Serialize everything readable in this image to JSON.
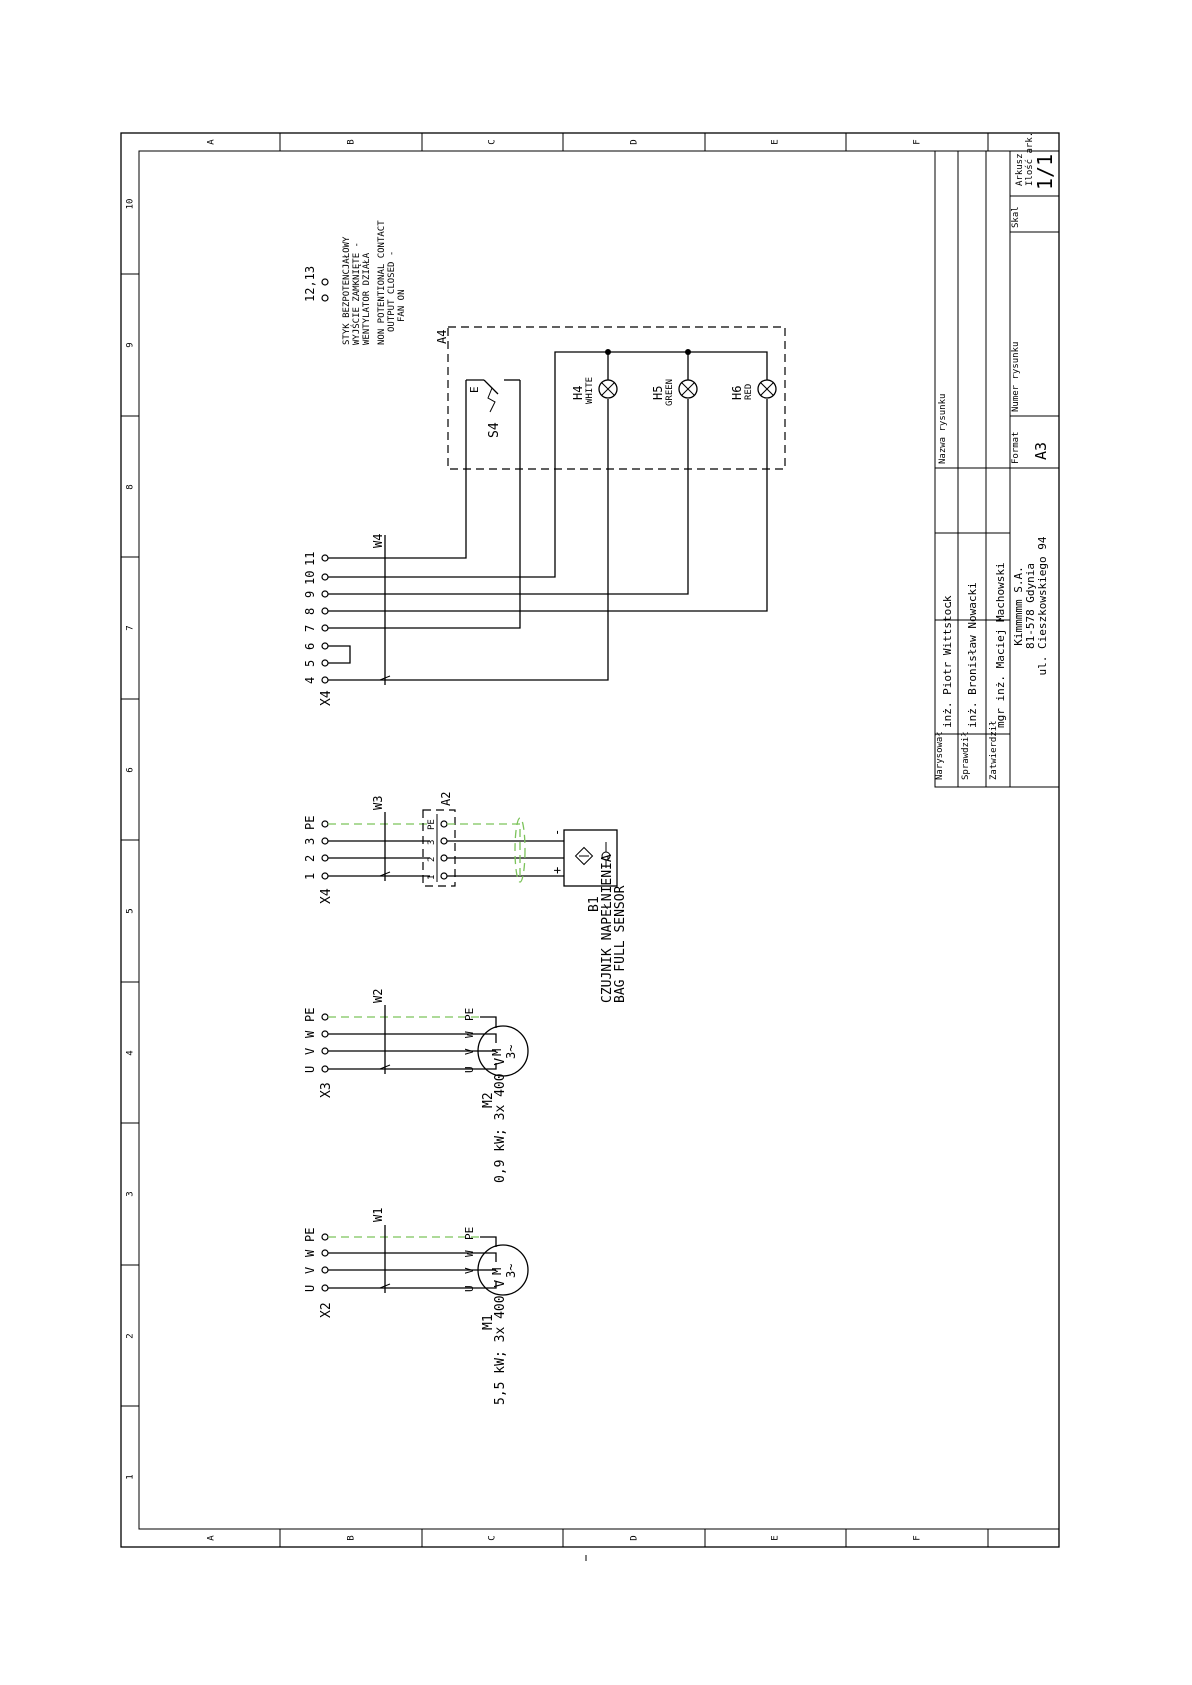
{
  "frame": {
    "columns": [
      "A",
      "B",
      "C",
      "D",
      "E",
      "F"
    ],
    "rows": [
      "1",
      "2",
      "3",
      "4",
      "5",
      "6",
      "7",
      "8",
      "9",
      "10"
    ]
  },
  "title_block": {
    "sheet_label": "Arkusz",
    "sheets_label": "Ilość ark.",
    "sheet_value": "1/1",
    "format_label": "Format",
    "format_value": "A3",
    "drawing_no_label": "Numer rysunku",
    "drawing_name_label": "Nazwa rysunku",
    "drawn_label": "Narysował",
    "drawn_value": "inż. Piotr Wittstock",
    "checked_label": "Sprawdził",
    "checked_value": "inż. Bronisław Nowacki",
    "approved_label": "Zatwierdził",
    "approved_value": "mgr inż. Maciej Machowski",
    "dot": ".",
    "company_name": "Kimmmmm S.A.",
    "company_city": "81-578 Gdynia",
    "company_street": "ul. Cieszkowskiego 94",
    "blank_label": "Skal"
  },
  "diagram": {
    "m1": {
      "terminal_strip": "X2",
      "cable": "W1",
      "terminals": [
        "U",
        "V",
        "W",
        "PE"
      ],
      "motor_terminals": [
        "U",
        "V",
        "W",
        "PE"
      ],
      "tag": "M1",
      "symbol_top": "M",
      "symbol_bottom": "3~",
      "rating": "5,5 kW; 3x 400 V"
    },
    "m2": {
      "terminal_strip": "X3",
      "cable": "W2",
      "terminals": [
        "U",
        "V",
        "W",
        "PE"
      ],
      "motor_terminals": [
        "U",
        "V",
        "W",
        "PE"
      ],
      "tag": "M2",
      "symbol_top": "M",
      "symbol_bottom": "3~",
      "rating": "0,9 kW; 3x 400 V"
    },
    "sensor": {
      "terminal_strip": "X4",
      "cable": "W3",
      "connector": "A2",
      "terminals": [
        "1",
        "2",
        "3",
        "PE"
      ],
      "connector_pins": [
        "1",
        "2",
        "3",
        "PE"
      ],
      "plus": "+",
      "minus": "-",
      "tag": "B1",
      "name_pl": "CZUJNIK NAPEŁNIENIA",
      "name_en": "BAG FULL SENSOR"
    },
    "panel": {
      "terminal_strip": "X4",
      "cable": "W4",
      "box": "A4",
      "terminals": [
        "4",
        "5",
        "6",
        "7",
        "8",
        "9",
        "10",
        "11"
      ],
      "switch_tag": "S4",
      "switch_e": "E",
      "lamps": [
        {
          "tag": "H4",
          "color": "WHITE"
        },
        {
          "tag": "H5",
          "color": "GREEN"
        },
        {
          "tag": "H6",
          "color": "RED"
        }
      ]
    },
    "contact": {
      "terminals": "12,13",
      "lines": [
        "STYK BEZPOTENCJAŁOWY",
        "WYJŚCIE ZAMKNIĘTE -",
        "WENTYLATOR DZIAŁA",
        "NON POTENTIONAL CONTACT",
        "OUTPUT CLOSED -",
        "FAN ON"
      ]
    }
  }
}
